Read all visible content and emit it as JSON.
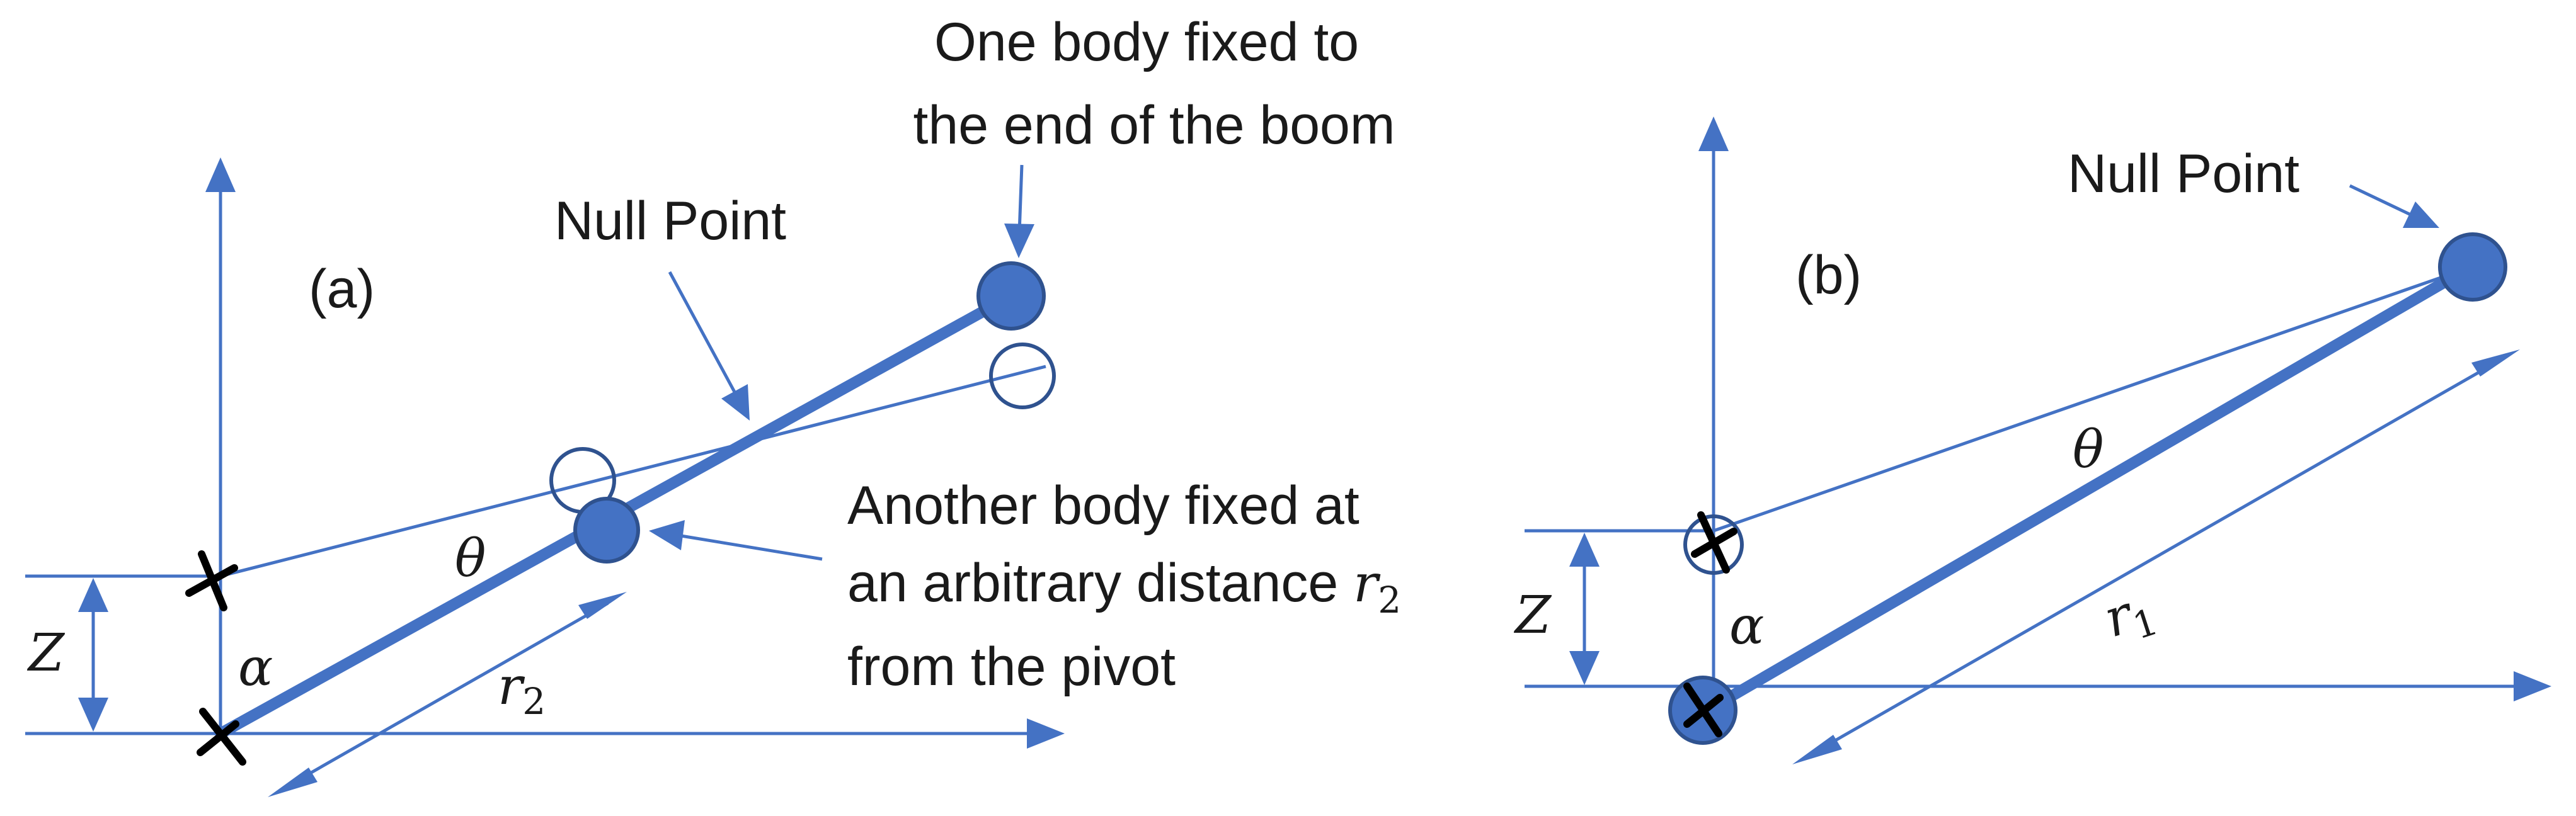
{
  "panel_a": {
    "tag": "(a)",
    "callout_end_body": [
      "One body fixed to",
      "the end of the boom"
    ],
    "callout_null_point": "Null Point",
    "callout_other_body": [
      "Another body fixed at",
      "an arbitrary distance ",
      "from the pivot"
    ],
    "callout_other_body_symbol": "r",
    "callout_other_body_symbol_sub": "2",
    "sym_theta": "θ",
    "sym_alpha": "α",
    "sym_z": "Z",
    "sym_r": "r",
    "sym_r_sub": "2"
  },
  "panel_b": {
    "tag": "(b)",
    "callout_null_point": "Null Point",
    "sym_theta": "θ",
    "sym_alpha": "α",
    "sym_z": "Z",
    "sym_r": "r",
    "sym_r_sub": "1"
  },
  "colors": {
    "line": "#4472c4",
    "body": "#4472c4",
    "pivot": "#000000"
  }
}
